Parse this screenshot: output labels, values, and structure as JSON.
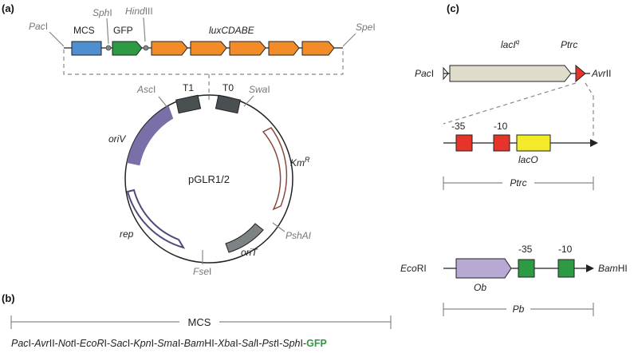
{
  "panels": {
    "a": "(a)",
    "b": "(b)",
    "c": "(c)"
  },
  "panel_a": {
    "sites": {
      "pac": [
        "Pac",
        "I"
      ],
      "sph": [
        "Sph",
        "I"
      ],
      "hind": [
        "Hind",
        "III"
      ],
      "spe": [
        "Spe",
        "I"
      ],
      "asc": [
        "Asc",
        "I"
      ],
      "swa": [
        "Swa",
        "I"
      ],
      "psha": "PshAI",
      "fse": [
        "Fse",
        "I"
      ]
    },
    "mcs_label": "MCS",
    "gfp_label": "GFP",
    "lux_label": "luxCDABE",
    "plasmid_name": "pGLR1/2",
    "features": {
      "t1": "T1",
      "t0": "T0",
      "oriv": "oriV",
      "km": [
        "Km",
        "R"
      ],
      "rep": "rep",
      "orit": "oriT"
    }
  },
  "panel_b": {
    "mcs_label": "MCS",
    "sequence": [
      {
        "i": "Pac",
        "r": "I-"
      },
      {
        "i": "Avr",
        "r": "II-"
      },
      {
        "i": "Not",
        "r": "I-"
      },
      {
        "i": "EcoR",
        "r": "I-"
      },
      {
        "i": "Sac",
        "r": "I-"
      },
      {
        "i": "Kpn",
        "r": "I-"
      },
      {
        "i": "Sma",
        "r": "I-"
      },
      {
        "i": "Bam",
        "r": "HI-"
      },
      {
        "i": "Xba",
        "r": "I-"
      },
      {
        "i": "Sal",
        "r": "I-"
      },
      {
        "i": "Pst",
        "r": "I-"
      },
      {
        "i": "Sph",
        "r": "I-"
      }
    ],
    "gfp": "GFP"
  },
  "panel_c": {
    "laciq": [
      "lacI",
      "q"
    ],
    "ptrc_top": "Ptrc",
    "pac": [
      "Pac",
      "I"
    ],
    "avr": [
      "Avr",
      "II"
    ],
    "box_m35": "-35",
    "box_m10": "-10",
    "laco": "lacO",
    "ptrc_bracket": "Ptrc",
    "ecori": [
      "Eco",
      "RI"
    ],
    "bamhi": [
      "Bam",
      "HI"
    ],
    "ob": "Ob",
    "pb_m35": "-35",
    "pb_m10": "-10",
    "pb_bracket": "Pb"
  },
  "colors": {
    "mcs": "#4f8fcf",
    "gfp": "#2f9a44",
    "lux": "#f28c28",
    "dark": "#4a4f52",
    "oriv": "#7b6fa8",
    "km": "#8a4a3a",
    "rep": "#4f4a7a",
    "orit": "#7d8285",
    "laciq": "#e0dccb",
    "ptrc": "#e6342a",
    "laco": "#f3ea2a",
    "ob": "#b8a9d4",
    "pb": "#2f9a44"
  }
}
